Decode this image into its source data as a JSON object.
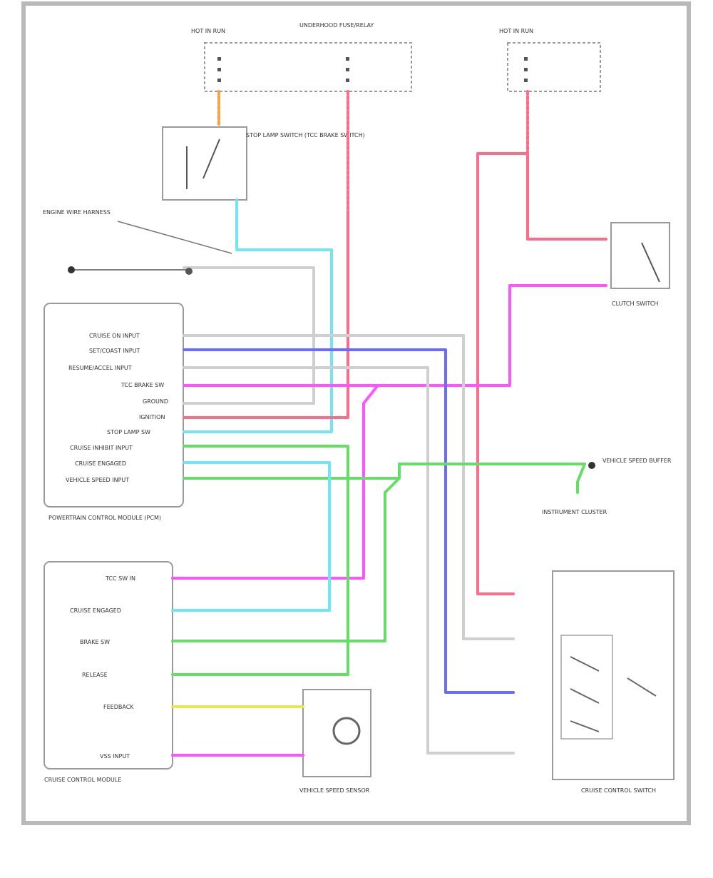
{
  "colors": {
    "pink": "#ff6b8a",
    "magenta": "#ff55ff",
    "cyan": "#6fe6f0",
    "blue": "#6b6bff",
    "green": "#66dd66",
    "yellow": "#e8e84a",
    "orange": "#ffa040",
    "gray": "#cfcfcf"
  },
  "labels": {
    "fuse_left": "HOT IN RUN",
    "fuse_mid": "UNDERHOOD FUSE/RELAY",
    "fuse_right": "HOT IN RUN",
    "stop_lamp_switch": "STOP LAMP SWITCH (TCC BRAKE SWITCH)",
    "engine_wire": "ENGINE WIRE HARNESS",
    "pcm": "POWERTRAIN CONTROL MODULE (PCM)",
    "clutch_switch": "CLUTCH SWITCH",
    "cruise_module": "CRUISE CONTROL MODULE",
    "vss": "VEHICLE SPEED SENSOR",
    "cruise_switch": "CRUISE CONTROL SWITCH",
    "vss_buffer": "VEHICLE SPEED BUFFER",
    "instrument_cluster": "INSTRUMENT CLUSTER"
  },
  "pcm_pins": [
    "CRUISE ON INPUT",
    "SET/COAST INPUT",
    "RESUME/ACCEL INPUT",
    "TCC BRAKE SW",
    "GROUND",
    "IGNITION",
    "STOP LAMP SW",
    "CRUISE INHIBIT INPUT",
    "CRUISE ENGAGED",
    "VEHICLE SPEED INPUT"
  ],
  "module_pins": [
    "TCC SW IN",
    "CRUISE ENGAGED",
    "BRAKE SW",
    "RELEASE",
    "FEEDBACK",
    "VSS INPUT"
  ]
}
